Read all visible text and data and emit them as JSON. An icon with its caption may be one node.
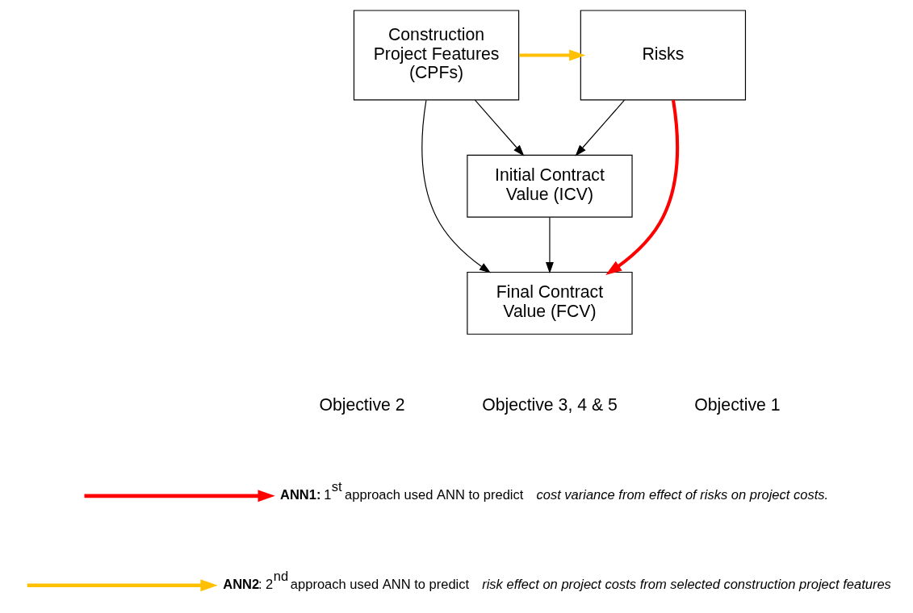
{
  "diagram": {
    "nodes": [
      {
        "text": [
          "Construction Project Features (CPFs)"
        ]
      },
      {
        "text": [
          "Risks"
        ]
      },
      {
        "text": [
          "Initial Contract Value (ICV)"
        ]
      },
      {
        "text": [
          "Final Contract Value (FCV)"
        ]
      }
    ],
    "edges": [
      {
        "from": 0,
        "to": 1,
        "arrow": "to",
        "style": "thick",
        "color": "#ffc000"
      },
      {
        "from": 0,
        "to": 2,
        "arrow": "to"
      },
      {
        "from": 1,
        "to": 2,
        "arrow": "to"
      },
      {
        "from": 2,
        "to": 3,
        "arrow": "to"
      },
      {
        "from": 0,
        "to": 3,
        "arrow": "to"
      },
      {
        "from": 1,
        "to": 3,
        "arrow": "to",
        "style": "thick",
        "color": "#ff0000"
      }
    ],
    "labels": [
      "Objective 2",
      "Objective 3, 4 & 5",
      "Objective 1"
    ],
    "legend": [
      {
        "text": "**ANN1:** 1$^{st}$ approach used ANN to predict *cost variance from effect of risks on project costs.*",
        "color": "#ff0000"
      },
      {
        "text": "**ANN2**: 2$^{nd}$ approach used ANN to predict *risk effect on project costs from selected construction project features*",
        "color": "#ffc000"
      }
    ]
  }
}
